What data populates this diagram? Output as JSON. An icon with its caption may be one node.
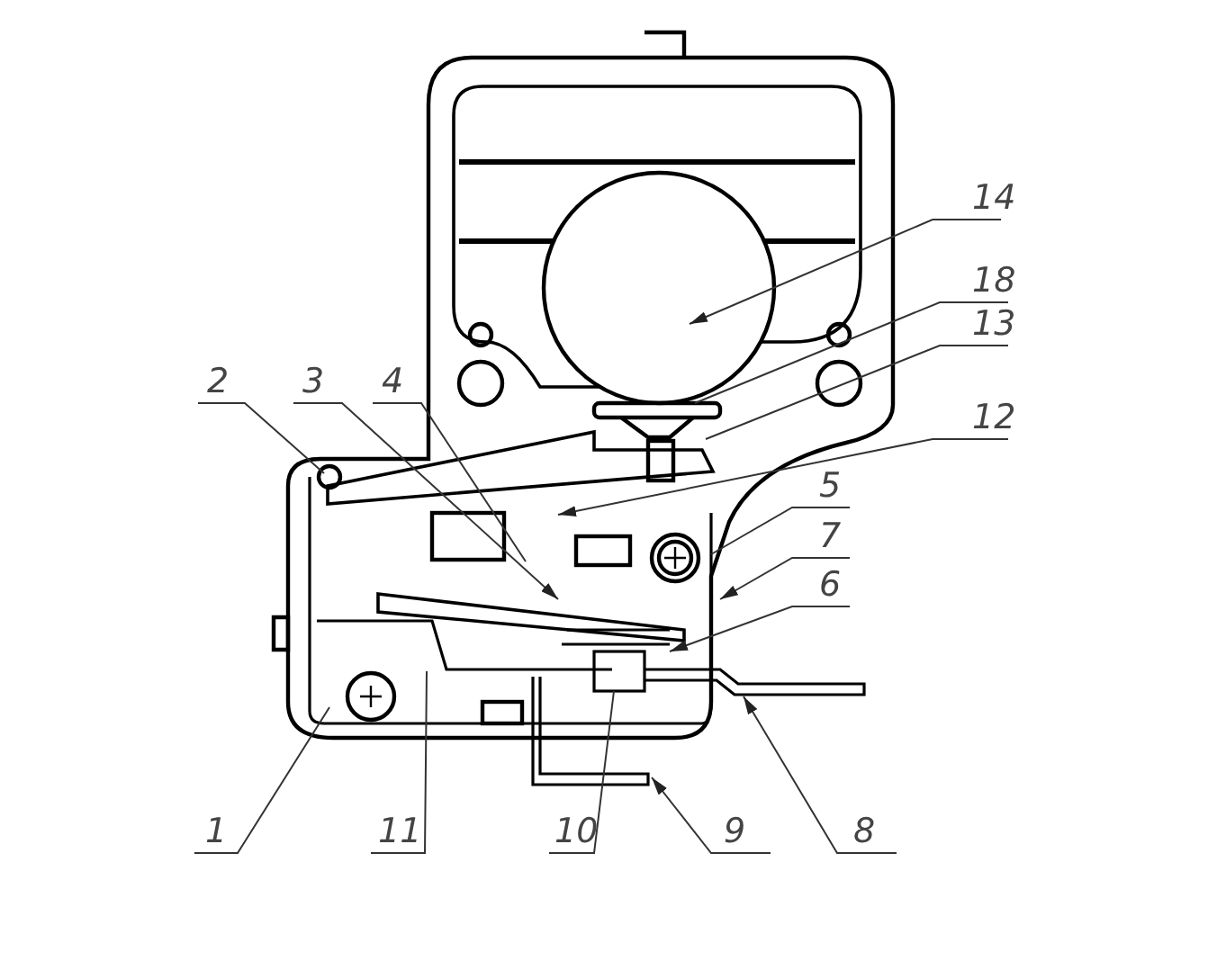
{
  "diagram": {
    "nodes": [
      {
        "text": [
          "14"
        ]
      },
      {
        "text": [
          "18"
        ]
      },
      {
        "text": [
          "13"
        ]
      },
      {
        "text": [
          "2"
        ]
      },
      {
        "text": [
          "3"
        ]
      },
      {
        "text": [
          "4"
        ]
      },
      {
        "text": [
          "12"
        ]
      },
      {
        "text": [
          "5"
        ]
      },
      {
        "text": [
          "7"
        ]
      },
      {
        "text": [
          "6"
        ]
      },
      {
        "text": [
          "1"
        ]
      },
      {
        "text": [
          "11"
        ]
      },
      {
        "text": [
          "10"
        ]
      },
      {
        "text": [
          "9"
        ]
      },
      {
        "text": [
          "8"
        ]
      }
    ],
    "edges": [
      {
        "from": 0,
        "to": null,
        "arrow": "to"
      },
      {
        "from": 1,
        "to": null,
        "arrow": "none"
      },
      {
        "from": 2,
        "to": null,
        "arrow": "none"
      },
      {
        "from": 3,
        "to": null,
        "arrow": "none"
      },
      {
        "from": 4,
        "to": null,
        "arrow": "to"
      },
      {
        "from": 5,
        "to": null,
        "arrow": "none"
      },
      {
        "from": 6,
        "to": null,
        "arrow": "to"
      },
      {
        "from": 7,
        "to": null,
        "arrow": "none"
      },
      {
        "from": 8,
        "to": null,
        "arrow": "to"
      },
      {
        "from": 9,
        "to": null,
        "arrow": "to"
      },
      {
        "from": 10,
        "to": null,
        "arrow": "none"
      },
      {
        "from": 11,
        "to": null,
        "arrow": "none"
      },
      {
        "from": 12,
        "to": null,
        "arrow": "none"
      },
      {
        "from": 13,
        "to": null,
        "arrow": "to"
      },
      {
        "from": 14,
        "to": null,
        "arrow": "to"
      }
    ]
  }
}
